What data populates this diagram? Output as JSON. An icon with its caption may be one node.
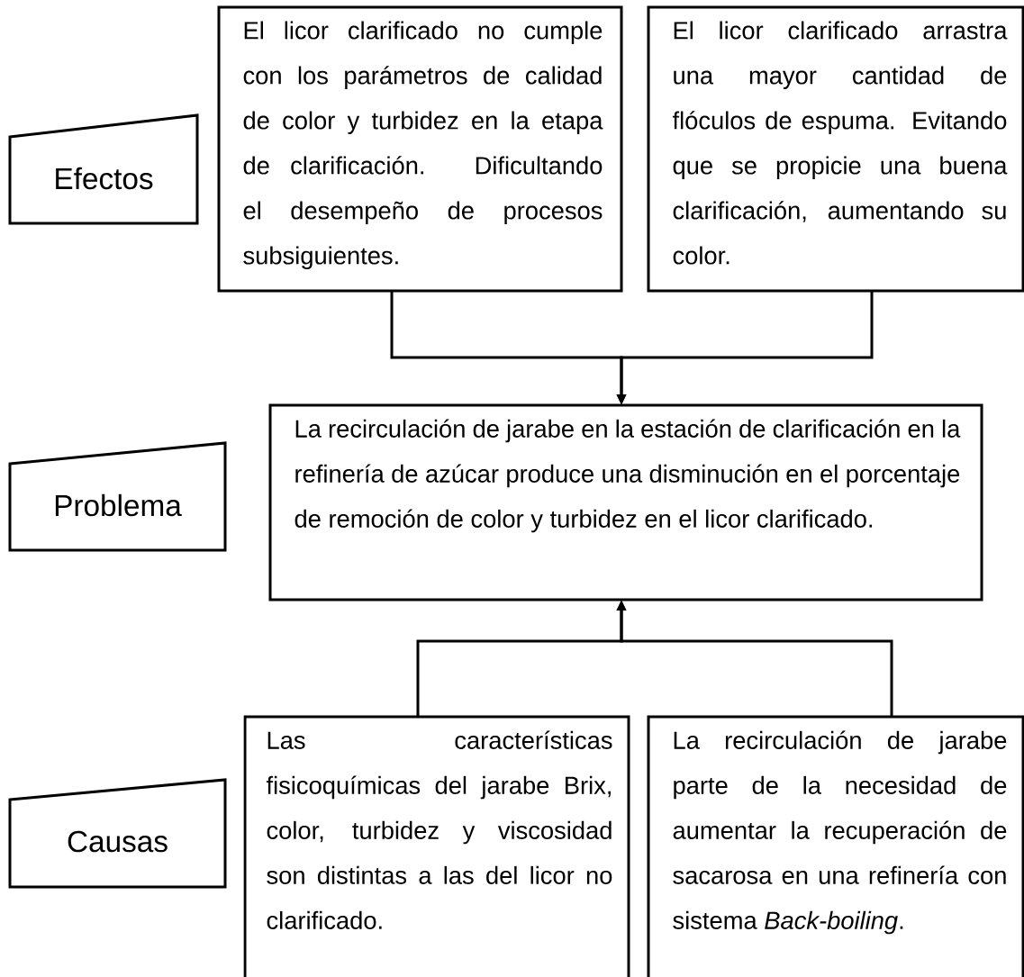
{
  "diagram": {
    "nodes": [
      {
        "text": [
          "Efectos"
        ]
      },
      {
        "text": [
          "El licor clarificado no cumple con los parámetros de calidad de color y turbidez en la etapa de clarificación. Dificultando el desempeño de procesos subsiguientes."
        ]
      },
      {
        "text": [
          "El licor clarificado arrastra una mayor cantidad de flóculos de espuma. Evitando que se propicie una buena clarificación, aumentando su color."
        ]
      },
      {
        "text": [
          "Problema"
        ]
      },
      {
        "text": [
          "La recirculación de jarabe en la estación de clarificación en la refinería de azúcar produce una disminución en el porcentaje de remoción de color y turbidez en el licor clarificado."
        ]
      },
      {
        "text": [
          "Causas"
        ]
      },
      {
        "text": [
          "Las características fisicoquímicas del jarabe Brix, color, turbidez y viscosidad son distintas a las del licor no clarificado."
        ]
      },
      {
        "text": [
          "La recirculación de jarabe parte de la necesidad de aumentar la recuperación de sacarosa en una refinería con sistema *Back-boiling*."
        ]
      }
    ],
    "edges": [
      {
        "from": 1,
        "to": 4,
        "arrow": "to"
      },
      {
        "from": 2,
        "to": 4,
        "arrow": "to"
      },
      {
        "from": 6,
        "to": 4,
        "arrow": "to"
      },
      {
        "from": 7,
        "to": 4,
        "arrow": "to"
      }
    ]
  }
}
